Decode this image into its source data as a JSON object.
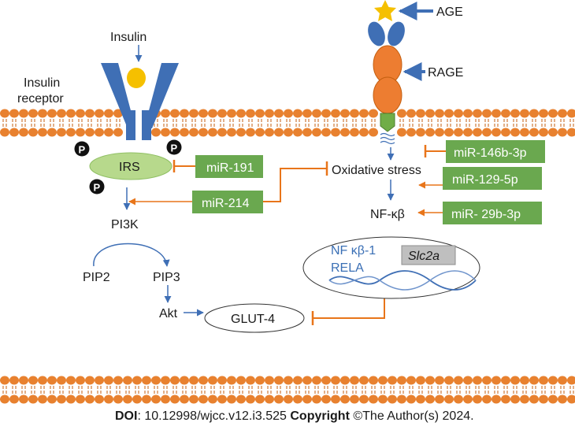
{
  "colors": {
    "membrane": "#e8812f",
    "membrane_dark": "#c45f10",
    "receptor_blue": "#3f6fb5",
    "insulin_yellow": "#f5c000",
    "irs_green": "#b7d98c",
    "box_green": "#6aa84f",
    "inhibit_orange": "#e8751a",
    "star": "#f5c000",
    "rage_green": "#70ad47"
  },
  "icons": {
    "ligand": "star-icon",
    "phosphate": "phosphate-icon",
    "dna": "dna-helix-icon"
  },
  "labels": {
    "insulin": "Insulin",
    "insulin_receptor_1": "Insulin",
    "insulin_receptor_2": "receptor",
    "age": "AGE",
    "rage": "RAGE",
    "irs": "IRS",
    "phosphate": "P",
    "pi3k": "PI3K",
    "pip2": "PIP2",
    "pip3": "PIP3",
    "akt": "Akt",
    "glut4": "GLUT-4",
    "oxidative_stress": "Oxidative stress",
    "nfkb": "NF-κβ",
    "nfkb1": "NF κβ-1",
    "rela": "RELA",
    "slc2a": "Slc2a"
  },
  "mirnas": {
    "mir191": "miR-191",
    "mir214": "miR-214",
    "mir146b": "miR-146b-3p",
    "mir129": "miR-129-5p",
    "mir29b": "miR- 29b-3p"
  },
  "footer": {
    "doi_label": "DOI",
    "doi_value": ": 10.12998/wjcc.v12.i3.525 ",
    "copyright_label": "Copyright",
    "copyright_value": " ©The Author(s) 2024."
  }
}
